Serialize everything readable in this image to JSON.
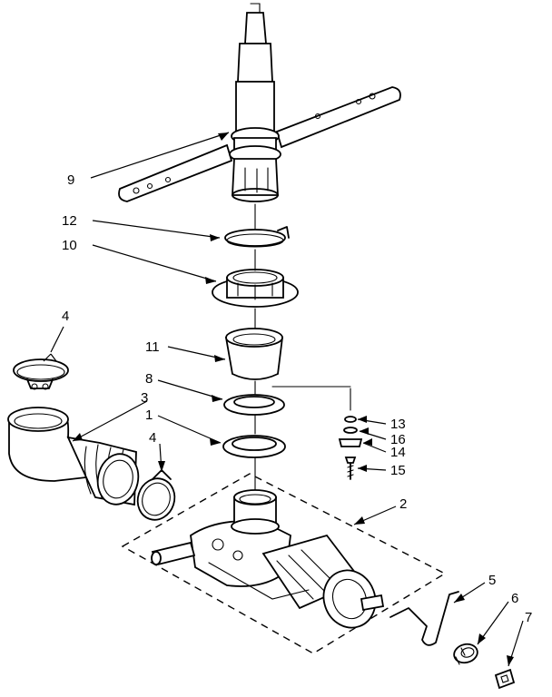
{
  "callouts": [
    {
      "id": "9",
      "label": "9"
    },
    {
      "id": "12",
      "label": "12"
    },
    {
      "id": "10",
      "label": "10"
    },
    {
      "id": "4a",
      "label": "4"
    },
    {
      "id": "11",
      "label": "11"
    },
    {
      "id": "8",
      "label": "8"
    },
    {
      "id": "3",
      "label": "3"
    },
    {
      "id": "1",
      "label": "1"
    },
    {
      "id": "4b",
      "label": "4"
    },
    {
      "id": "13",
      "label": "13"
    },
    {
      "id": "16",
      "label": "16"
    },
    {
      "id": "14",
      "label": "14"
    },
    {
      "id": "15",
      "label": "15"
    },
    {
      "id": "2",
      "label": "2"
    },
    {
      "id": "5",
      "label": "5"
    },
    {
      "id": "6",
      "label": "6"
    },
    {
      "id": "7",
      "label": "7"
    }
  ]
}
